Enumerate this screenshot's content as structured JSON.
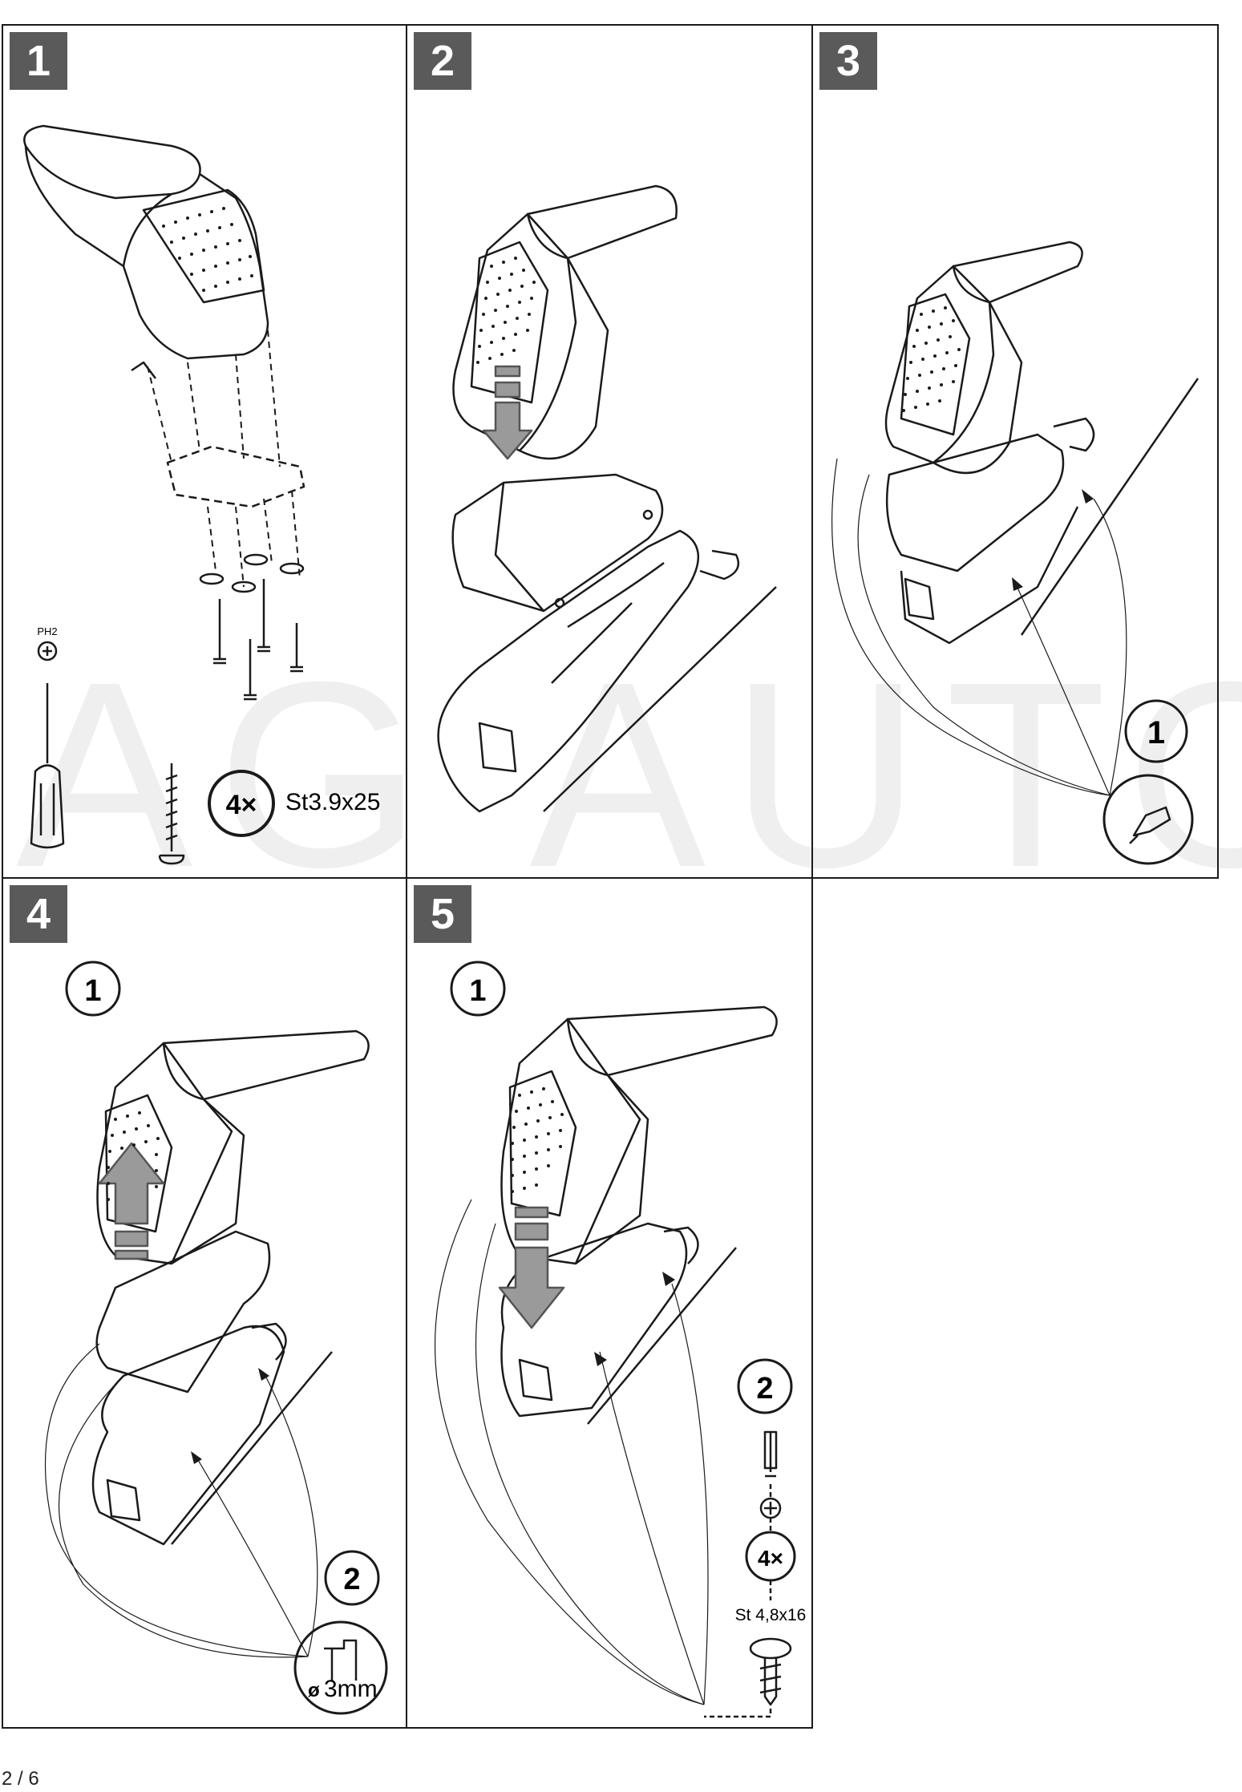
{
  "document": {
    "page_number": "2 / 6",
    "watermark": "AG AUTO"
  },
  "steps": [
    {
      "number": "1",
      "tool_label": "PH2",
      "quantity": "4×",
      "screw_spec": "St3.9x25"
    },
    {
      "number": "2"
    },
    {
      "number": "3",
      "callout": "1",
      "icon": "hand-drill-icon"
    },
    {
      "number": "4",
      "callout_top": "1",
      "callout_bottom": "2",
      "drill_size": "3mm",
      "drill_symbol": "ø",
      "icon": "drill-bit-icon"
    },
    {
      "number": "5",
      "callout_top": "1",
      "callout_bottom": "2",
      "quantity": "4×",
      "screw_spec": "St 4,8x16",
      "icon": "screwdriver-icon"
    }
  ],
  "colors": {
    "badge_bg": "#5a5a5a",
    "line": "#1a1a1a",
    "arrow_fill": "#9a9a9a",
    "watermark": "#eeeeee"
  }
}
